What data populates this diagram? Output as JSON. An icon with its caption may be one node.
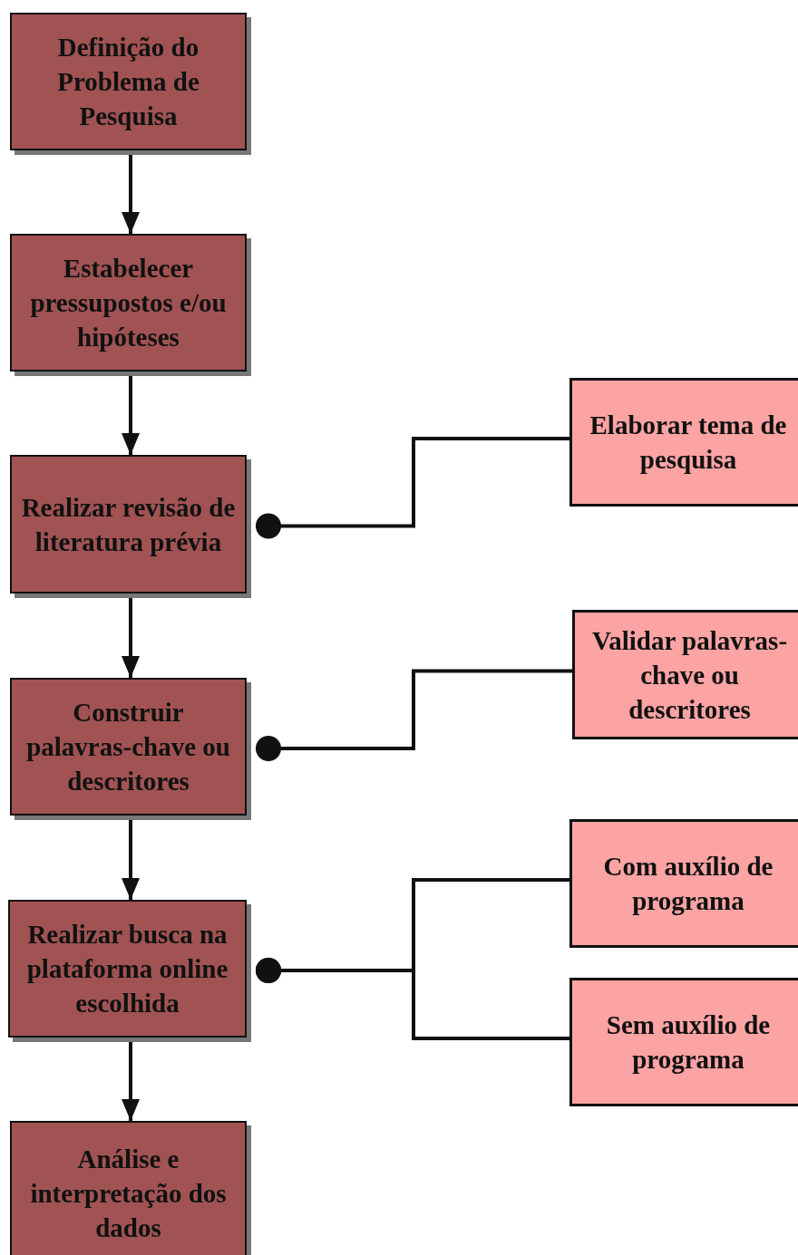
{
  "diagram": {
    "nodes": [
      {
        "text": [
          "Definição do Problema de Pesquisa"
        ]
      },
      {
        "text": [
          "Estabelecer pressupostos e/ou hipóteses"
        ]
      },
      {
        "text": [
          "Realizar revisão de literatura prévia"
        ]
      },
      {
        "text": [
          "Construir palavras-chave ou descritores"
        ]
      },
      {
        "text": [
          "Realizar busca na plataforma online escolhida"
        ]
      },
      {
        "text": [
          "Análise e interpretação dos dados"
        ]
      },
      {
        "text": [
          "Elaborar tema de pesquisa"
        ]
      },
      {
        "text": [
          "Validar palavras-chave ou descritores"
        ]
      },
      {
        "text": [
          "Com auxílio de programa"
        ]
      },
      {
        "text": [
          "Sem auxílio de programa"
        ]
      }
    ],
    "edges": [
      {
        "from": 0,
        "to": 1,
        "arrow": "to"
      },
      {
        "from": 1,
        "to": 2,
        "arrow": "to"
      },
      {
        "from": 2,
        "to": 3,
        "arrow": "to"
      },
      {
        "from": 3,
        "to": 4,
        "arrow": "to"
      },
      {
        "from": 4,
        "to": 5,
        "arrow": "to"
      },
      {
        "from": 2,
        "to": 6,
        "arrow": "other"
      },
      {
        "from": 3,
        "to": 7,
        "arrow": "other"
      },
      {
        "from": 4,
        "to": 8,
        "arrow": "other"
      },
      {
        "from": 4,
        "to": 9,
        "arrow": "other"
      }
    ]
  }
}
